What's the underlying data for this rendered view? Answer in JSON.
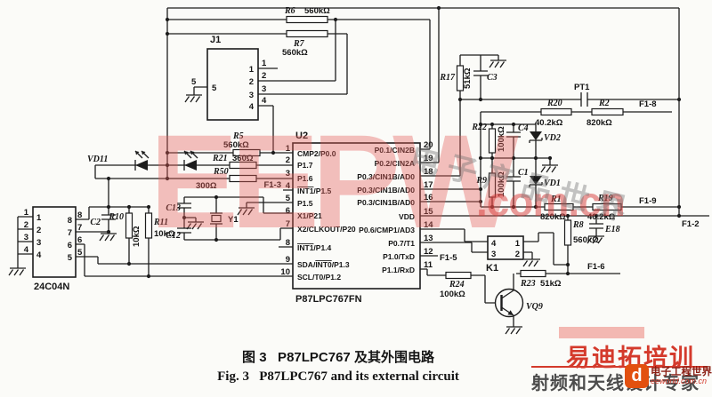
{
  "watermarks": {
    "big_text": "EEPW",
    "domain": ".com.cn",
    "gray_text": "电子产品世界"
  },
  "branding": {
    "title": "易迪拓培训",
    "subtitle": "射频和天线设计专家",
    "logo_letter": "d",
    "logo_name": "电子工程世界",
    "logo_domain": "eeworld.com.cn"
  },
  "caption": {
    "zh": "图 3   P87LPC767 及其外围电路",
    "en": "Fig. 3   P87LPC767 and its external circuit"
  },
  "u2": {
    "designator": "U2",
    "part_number": "P87LPC767FN",
    "left_pins": [
      {
        "n": "1",
        "pre": "CMP2/P0.0",
        "bar": "",
        "post": ""
      },
      {
        "n": "2",
        "pre": "P1.7",
        "bar": "",
        "post": ""
      },
      {
        "n": "3",
        "pre": "P1.6",
        "bar": "",
        "post": ""
      },
      {
        "n": "4",
        "pre": "",
        "bar": "INT1",
        "post": "/P1.5"
      },
      {
        "n": "5",
        "pre": "P1.5",
        "bar": "",
        "post": ""
      },
      {
        "n": "6",
        "pre": "X1/P21",
        "bar": "",
        "post": ""
      },
      {
        "n": "7",
        "pre": "X2/CLKOUT/P20",
        "bar": "",
        "post": ""
      },
      {
        "n": "8",
        "pre": "",
        "bar": "INT1",
        "post": "/P1.4"
      },
      {
        "n": "9",
        "pre": "SDA/",
        "bar": "INT0",
        "post": "/P1.3"
      },
      {
        "n": "10",
        "pre": "SCL/T0/P1.2",
        "bar": "",
        "post": ""
      }
    ],
    "right_pins": [
      {
        "n": "20",
        "label": "P0.1/CIN2B"
      },
      {
        "n": "19",
        "label": "P0.2/CIN2A"
      },
      {
        "n": "18",
        "label": "P0.3/CIN1B/AD0"
      },
      {
        "n": "17",
        "label": "P0.3/CIN1B/AD0"
      },
      {
        "n": "16",
        "label": "P0.3/CIN1B/AD0"
      },
      {
        "n": "15",
        "label": "VDD"
      },
      {
        "n": "14",
        "label": "P0.6/CMP1/AD3"
      },
      {
        "n": "13",
        "label": "P0.7/T1"
      },
      {
        "n": "12",
        "label": "P1.0/TxD"
      },
      {
        "n": "11",
        "label": "P1.1/RxD"
      }
    ]
  },
  "j1": {
    "designator": "J1",
    "right_pin_numbers": [
      "1",
      "2",
      "3",
      "4"
    ],
    "left_pin_number": "5"
  },
  "eeprom": {
    "part_number": "24C04N",
    "left_pin_numbers": [
      "1",
      "2",
      "3",
      "4"
    ],
    "right_pin_numbers": [
      "8",
      "7",
      "6",
      "5"
    ]
  },
  "k1": {
    "designator": "K1",
    "left_pin_numbers": [
      "4",
      "3"
    ],
    "right_pin_numbers": [
      "1",
      "2"
    ]
  },
  "components": {
    "r1": {
      "name": "R1",
      "value": "820kΩ"
    },
    "r2": {
      "name": "R2",
      "value": "820kΩ"
    },
    "r5": {
      "name": "R5",
      "value": "560kΩ"
    },
    "r6": {
      "name": "R6",
      "value": "560kΩ"
    },
    "r7": {
      "name": "R7",
      "value": "560kΩ"
    },
    "r8": {
      "name": "R8",
      "value": "560kΩ"
    },
    "r9": {
      "name": "R9",
      "value": "100kΩ"
    },
    "r10": {
      "name": "R10",
      "value": "10kΩ"
    },
    "r11": {
      "name": "R11",
      "value": "10kΩ"
    },
    "r17": {
      "name": "R17",
      "value": "51kΩ"
    },
    "r19": {
      "name": "R19",
      "value": "40.2kΩ"
    },
    "r20": {
      "name": "R20",
      "value": "40.2kΩ"
    },
    "r21": {
      "name": "R21",
      "value": "360Ω"
    },
    "r22": {
      "name": "R22",
      "value": "100kΩ"
    },
    "r23": {
      "name": "R23",
      "value": "51kΩ"
    },
    "r24": {
      "name": "R24",
      "value": "100kΩ"
    },
    "r50": {
      "name": "R50",
      "value": "300Ω"
    },
    "c1": {
      "name": "C1"
    },
    "c2": {
      "name": "C2"
    },
    "c3": {
      "name": "C3"
    },
    "c4": {
      "name": "C4"
    },
    "c12": {
      "name": "C12"
    },
    "c13": {
      "name": "C13"
    },
    "e18": {
      "name": "E18"
    },
    "vd1": {
      "name": "VD1"
    },
    "vd2": {
      "name": "VD2"
    },
    "vd11": {
      "name": "VD11"
    },
    "pt1": {
      "name": "PT1"
    },
    "y1": {
      "name": "Y1"
    },
    "vq9": {
      "name": "VQ9"
    }
  },
  "connectors": {
    "f1_2": "F1-2",
    "f1_3": "F1-3",
    "f1_5": "F1-5",
    "f1_6": "F1-6",
    "f1_8": "F1-8",
    "f1_9": "F1-9"
  }
}
